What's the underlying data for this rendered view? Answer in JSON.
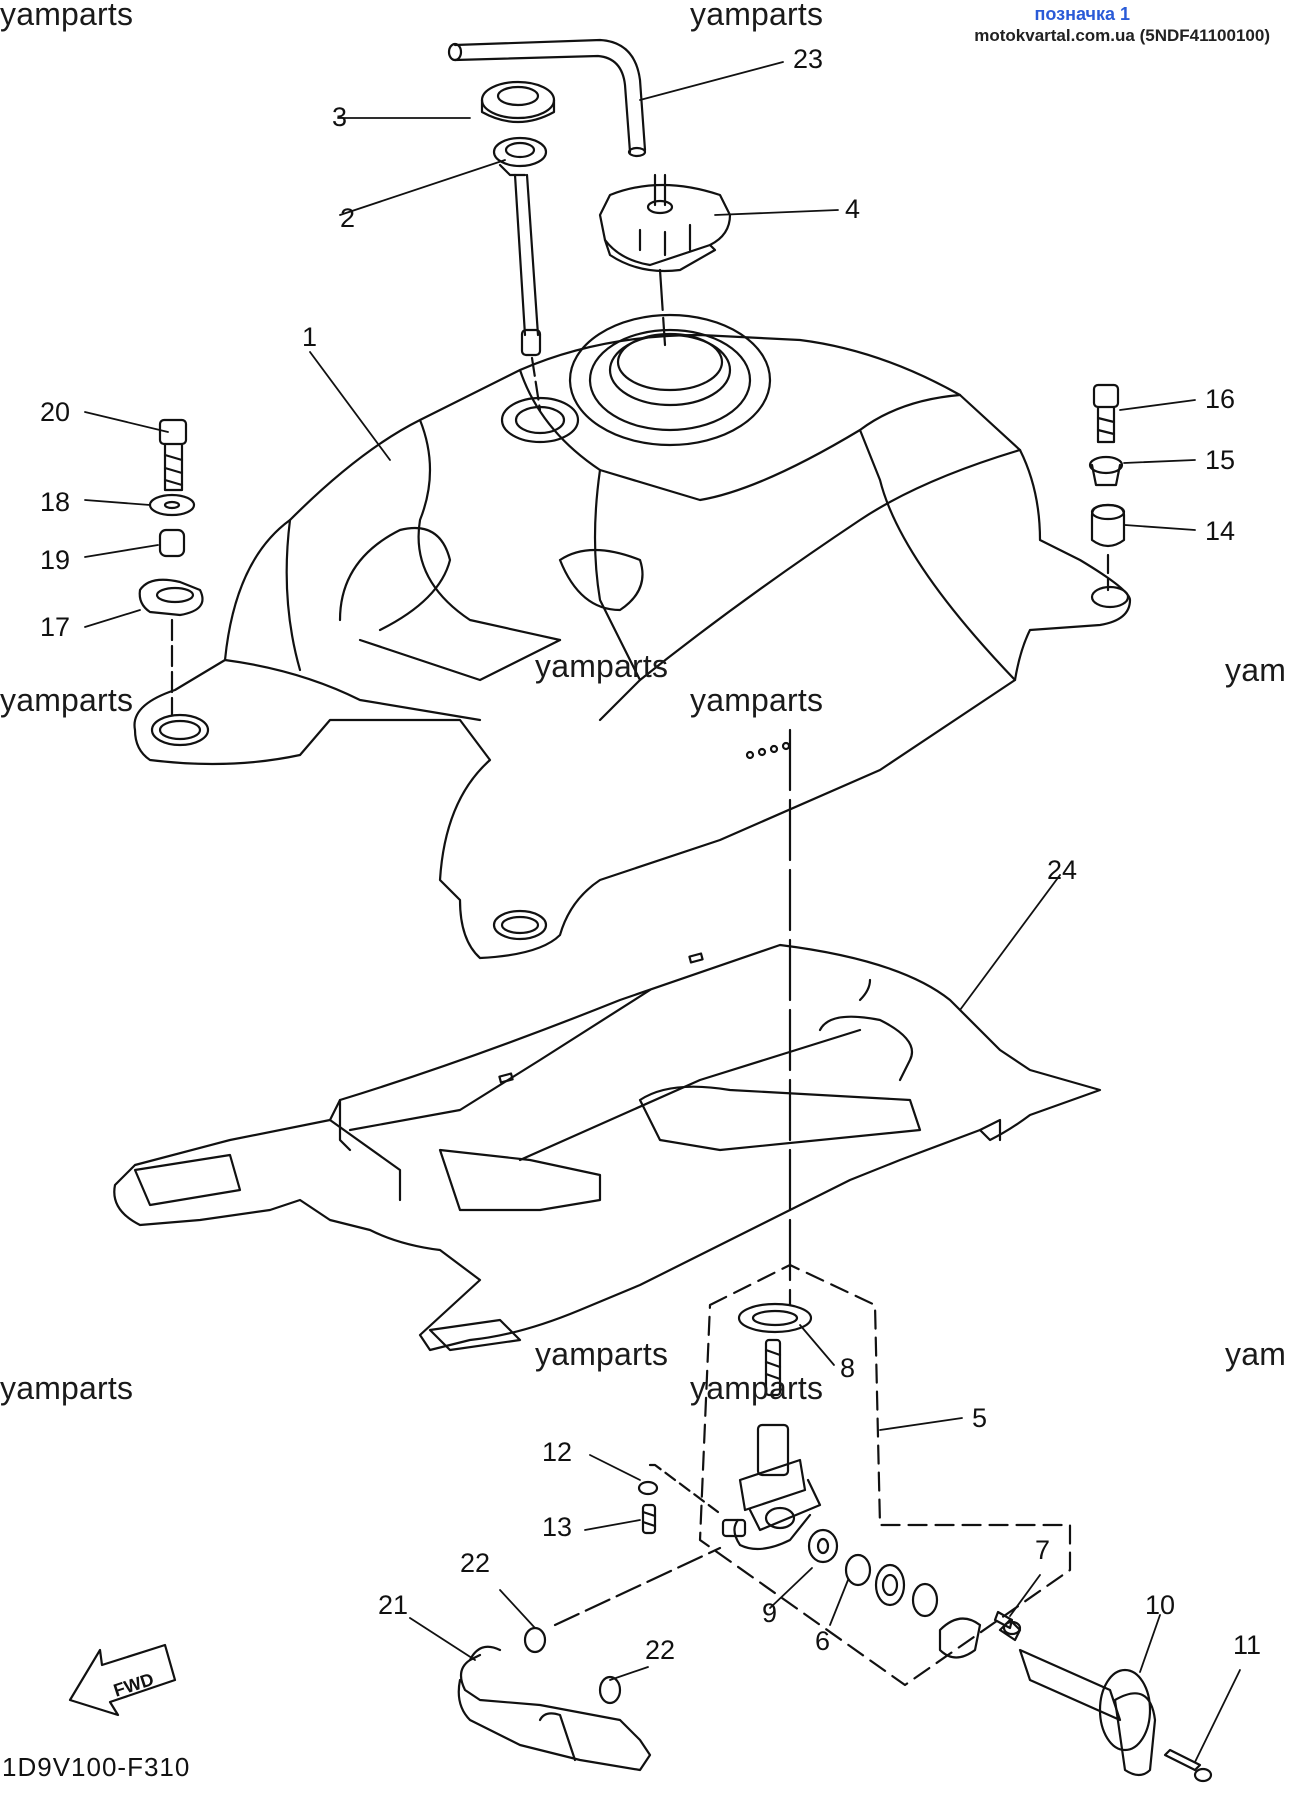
{
  "header": {
    "tag": "позначка 1",
    "source": "motokvartal.com.ua (5NDF41100100)"
  },
  "watermark": "yamparts",
  "watermark_cut": "yam",
  "diagram_code": "1D9V100-F310",
  "fwd_label": "FWD",
  "callouts": {
    "c1": "1",
    "c2": "2",
    "c3": "3",
    "c4": "4",
    "c5": "5",
    "c6": "6",
    "c7": "7",
    "c8": "8",
    "c9": "9",
    "c10": "10",
    "c11": "11",
    "c12": "12",
    "c13": "13",
    "c14": "14",
    "c15": "15",
    "c16": "16",
    "c17": "17",
    "c18": "18",
    "c19": "19",
    "c20": "20",
    "c21": "21",
    "c22a": "22",
    "c22b": "22",
    "c23": "23",
    "c24": "24"
  },
  "colors": {
    "line": "#111111",
    "tag": "#2a5bd7",
    "background": "#ffffff"
  }
}
